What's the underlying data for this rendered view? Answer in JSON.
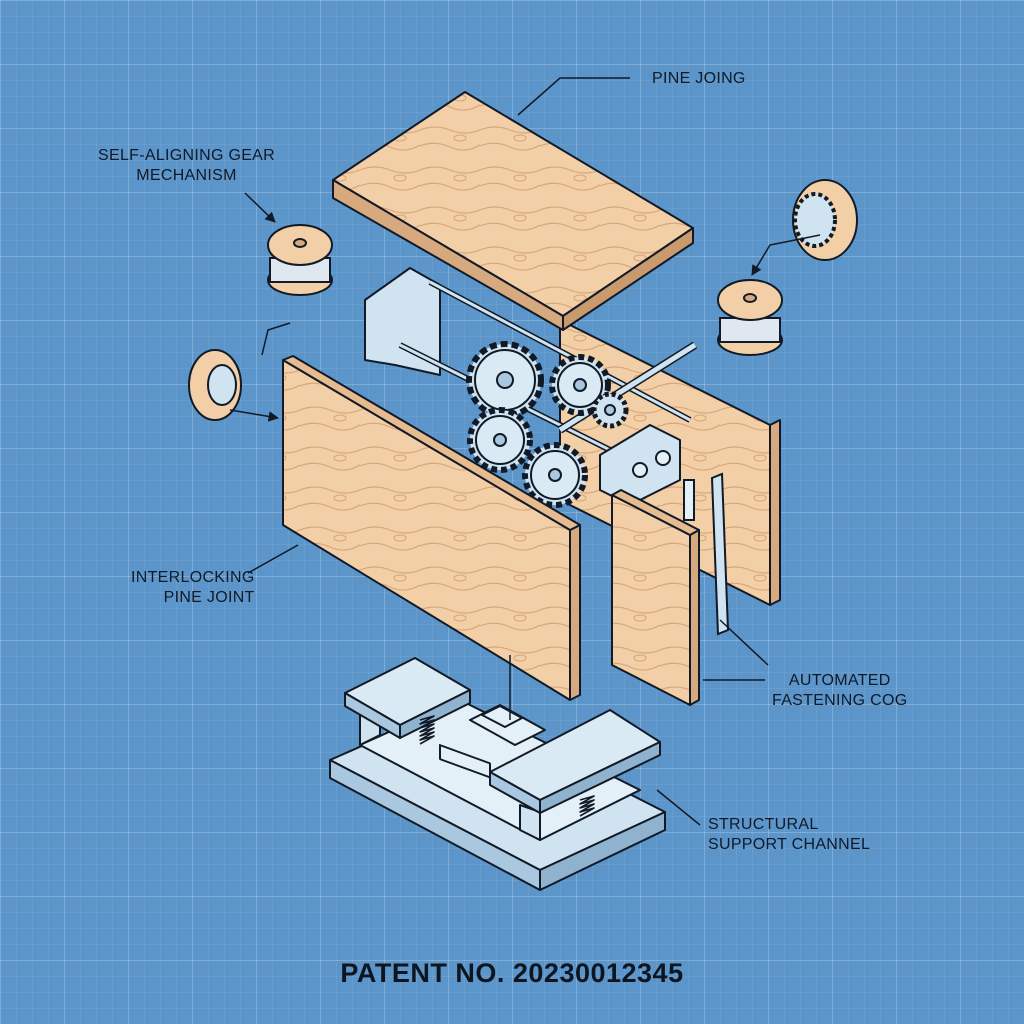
{
  "labels": {
    "pine_joing": "PINE JOING",
    "gear_mechanism": [
      "SELF-ALIGNING GEAR",
      "MECHANISM"
    ],
    "interlocking_joint": [
      "INTERLOCKING",
      "PINE JOINT"
    ],
    "fastening_cog": [
      "AUTOMATED",
      "FASTENING COG"
    ],
    "support_channel": [
      "STRUCTURAL",
      "SUPPORT CHANNEL"
    ]
  },
  "patent_number": "PATENT NO. 20230012345",
  "colors": {
    "blueprint_background": "#5b95c9",
    "wood_fill": "#f2cfa6",
    "metal_fill": "#cfe3f1",
    "ink": "#111a26"
  }
}
